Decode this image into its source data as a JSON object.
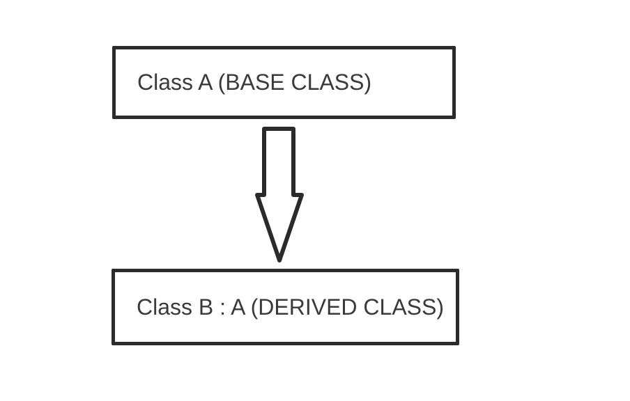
{
  "diagram": {
    "base_class": {
      "label": "Class A (BASE CLASS)"
    },
    "derived_class": {
      "label": "Class B : A (DERIVED CLASS)"
    },
    "arrow": {
      "direction": "down",
      "from": "base_class",
      "to": "derived_class"
    },
    "colors": {
      "stroke": "#2b2b2b",
      "text": "#3a3a3a",
      "background": "#ffffff"
    }
  }
}
